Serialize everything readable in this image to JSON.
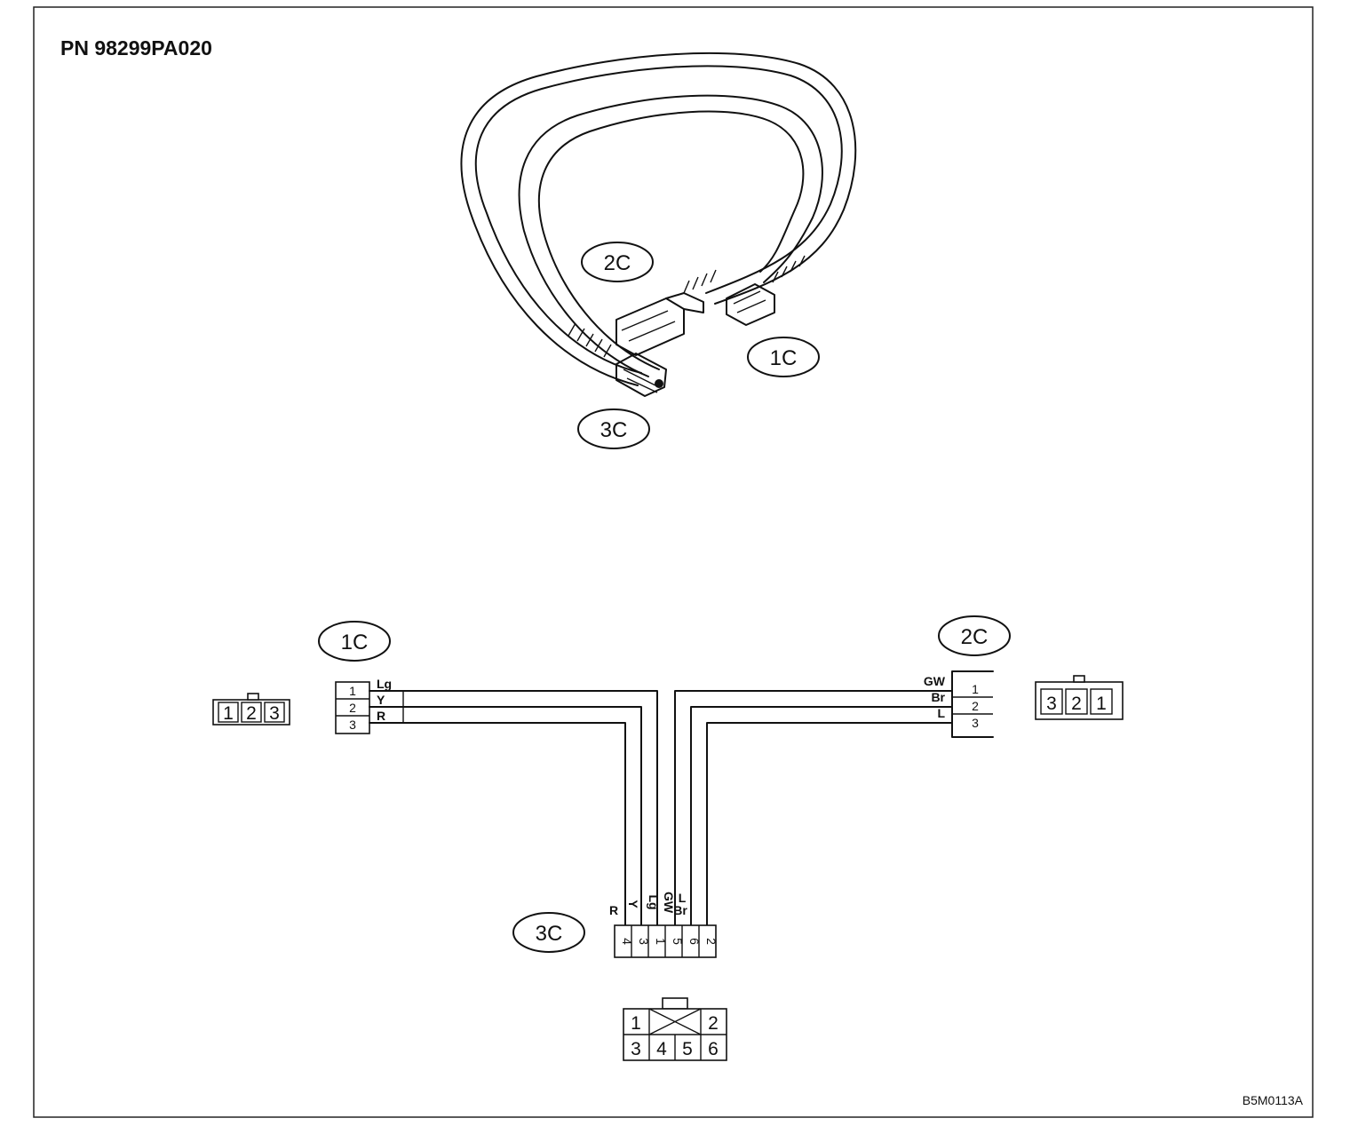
{
  "part_number": "PN 98299PA020",
  "figure_code": "B5M0113A",
  "illustration": {
    "labels": {
      "c2": "2C",
      "c1": "1C",
      "c3": "3C"
    }
  },
  "schematic": {
    "connector_1c": {
      "label": "1C",
      "pins": [
        "1",
        "2",
        "3"
      ],
      "wires": [
        "Lg",
        "Y",
        "R"
      ],
      "face_pins": [
        "1",
        "2",
        "3"
      ]
    },
    "connector_2c": {
      "label": "2C",
      "pins": [
        "1",
        "2",
        "3"
      ],
      "wires": [
        "GW",
        "Br",
        "L"
      ],
      "face_pins": [
        "3",
        "2",
        "1"
      ]
    },
    "connector_3c": {
      "label": "3C",
      "pins": [
        "4",
        "3",
        "1",
        "5",
        "6",
        "2"
      ],
      "wires": [
        "R",
        "Y",
        "Lg",
        "GW",
        "Br",
        "L"
      ],
      "face_top": [
        "1",
        "2"
      ],
      "face_bottom": [
        "3",
        "4",
        "5",
        "6"
      ]
    }
  }
}
